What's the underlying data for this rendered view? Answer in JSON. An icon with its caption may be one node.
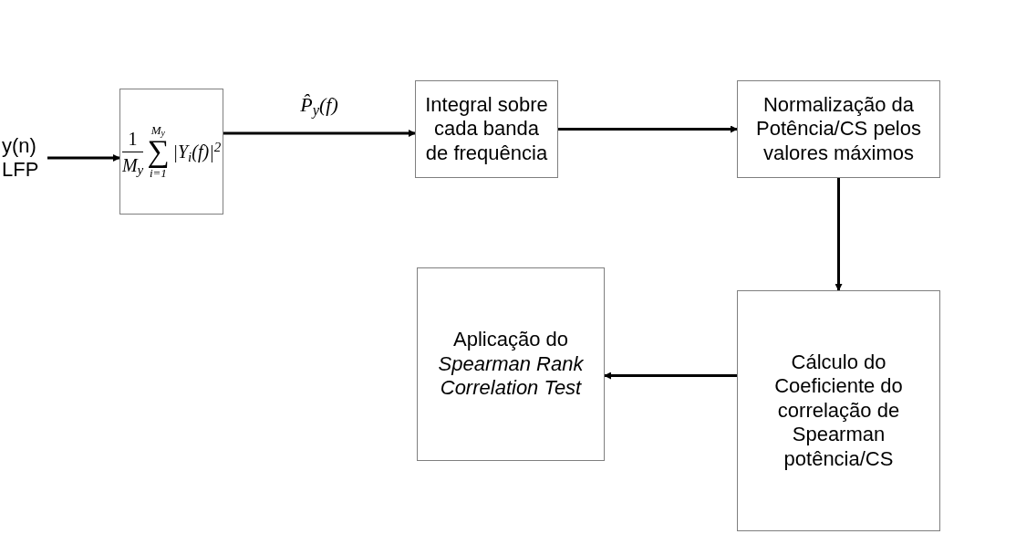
{
  "diagram": {
    "nodes": [
      {
        "text": [
          "y(n) LFP"
        ]
      },
      {
        "text": [
          "1",
          "M$_{y}$",
          "M$_{y}$",
          "∑",
          "i=1",
          "|Y$_{i}$(f)|$^{2}$"
        ]
      },
      {
        "text": [
          "Integral sobre cada banda de frequência"
        ]
      },
      {
        "text": [
          "Normalização da Potência/CS pelos valores máximos"
        ]
      },
      {
        "text": [
          "Cálculo do Coeficiente do correlação de Spearman potência/CS"
        ]
      },
      {
        "text": [
          "Aplicação do *Spearman Rank Correlation Test*"
        ]
      }
    ],
    "edges": [
      {
        "from": 0,
        "to": 1,
        "arrow": "to"
      },
      {
        "from": 1,
        "to": 2,
        "arrow": "to",
        "label": "P̂$_{y}$(f)"
      },
      {
        "from": 2,
        "to": 3,
        "arrow": "to"
      },
      {
        "from": 3,
        "to": 4,
        "arrow": "to"
      },
      {
        "from": 4,
        "to": 5,
        "arrow": "to"
      }
    ]
  }
}
